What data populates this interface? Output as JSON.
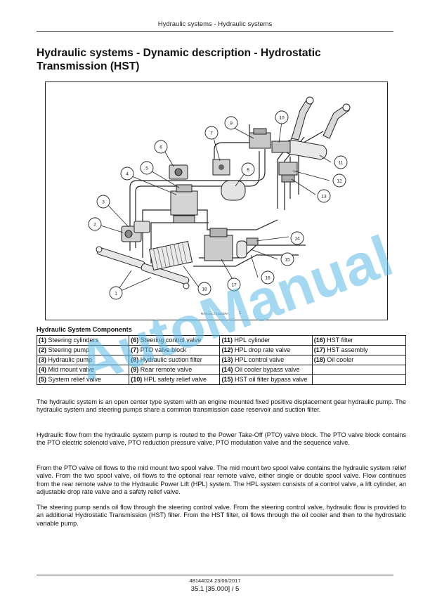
{
  "running_head": "Hydraulic systems - Hydraulic systems",
  "title_line1": "Hydraulic systems - Dynamic description - Hydrostatic",
  "title_line2": "Transmission (HST)",
  "figure": {
    "id_code": "RAIL15CT01023FA",
    "number": "1",
    "callouts": [
      "1",
      "2",
      "3",
      "4",
      "5",
      "6",
      "7",
      "8",
      "9",
      "10",
      "11",
      "12",
      "13",
      "14",
      "15",
      "16",
      "17",
      "18"
    ]
  },
  "components": {
    "title": "Hydraulic System Components",
    "rows": [
      [
        {
          "num": "(1)",
          "label": "Steering cylinders"
        },
        {
          "num": "(6)",
          "label": "Steering control valve"
        },
        {
          "num": "(11)",
          "label": "HPL cylinder"
        },
        {
          "num": "(16)",
          "label": "HST filter"
        }
      ],
      [
        {
          "num": "(2)",
          "label": "Steering pump"
        },
        {
          "num": "(7)",
          "label": "PTO valve block"
        },
        {
          "num": "(12)",
          "label": "HPL drop rate valve"
        },
        {
          "num": "(17)",
          "label": "HST assembly"
        }
      ],
      [
        {
          "num": "(3)",
          "label": "Hydraulic pump"
        },
        {
          "num": "(8)",
          "label": "Hydraulic suction filter"
        },
        {
          "num": "(13)",
          "label": "HPL control valve"
        },
        {
          "num": "(18)",
          "label": "Oil cooler"
        }
      ],
      [
        {
          "num": "(4)",
          "label": "Mid mount valve"
        },
        {
          "num": "(9)",
          "label": "Rear remote valve"
        },
        {
          "num": "(14)",
          "label": "Oil cooler bypass valve"
        },
        {
          "num": "",
          "label": ""
        }
      ],
      [
        {
          "num": "(5)",
          "label": "System relief valve"
        },
        {
          "num": "(10)",
          "label": "HPL safety relief valve"
        },
        {
          "num": "(15)",
          "label": "HST oil filter bypass valve"
        },
        {
          "num": "",
          "label": ""
        }
      ]
    ]
  },
  "paragraphs": [
    "The hydraulic system is an open center type system with an engine mounted fixed positive displacement gear hydraulic pump. The hydraulic system and steering pumps share a common transmission case reservoir and suction filter.",
    "Hydraulic flow from the hydraulic system pump is routed to the Power Take-Off (PTO) valve block. The PTO valve block contains the PTO electric solenoid valve, PTO reduction pressure valve, PTO modulation valve and the sequence valve.",
    "From the PTO valve oil flows to the mid mount two spool valve. The mid mount two spool valve contains the hydraulic system relief valve. From the two spool valve, oil flows to the optional rear remote valve, either single or double spool valve. Flow continues from the rear remote valve to the Hydraulic Power Lift (HPL) system. The HPL system consists of a control valve, a lift cylinder, an adjustable drop rate valve and a safety relief valve.",
    "The steering pump sends oil flow through the steering control valve. From the steering control valve, hydraulic flow is provided to an additional Hydrostatic Transmission (HST) filter. From the HST filter, oil flows through the oil cooler and then to the hydrostatic variable pump."
  ],
  "watermark": "AutoManual",
  "footer": {
    "code": "48144024 23/06/2017",
    "page": "35.1 [35.000] / 5"
  },
  "colors": {
    "watermark": "#5bb8e6",
    "text": "#111111"
  }
}
